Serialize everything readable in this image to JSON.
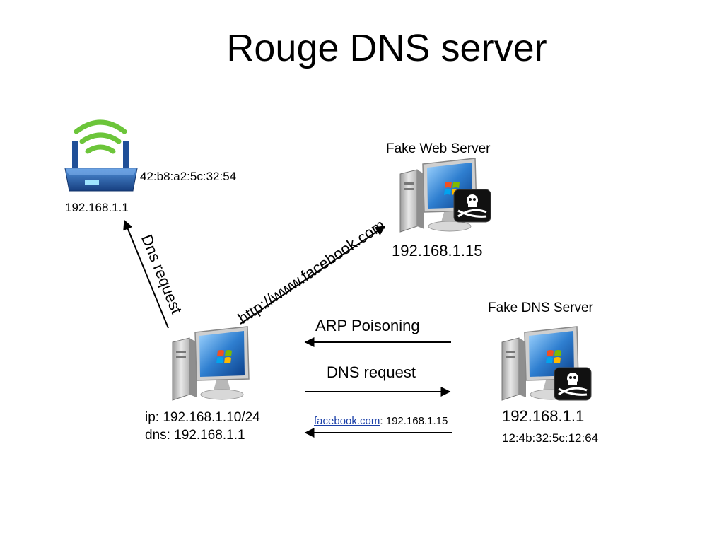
{
  "title": "Rouge DNS server",
  "router": {
    "mac": "42:b8:a2:5c:32:54",
    "ip": "192.168.1.1"
  },
  "web_server": {
    "name": "Fake Web Server",
    "ip": "192.168.1.15"
  },
  "dns_server": {
    "name": "Fake DNS Server",
    "ip": "192.168.1.1",
    "mac": "12:4b:32:5c:12:64"
  },
  "victim": {
    "ip_line": "ip: 192.168.1.10/24",
    "dns_line": "dns: 192.168.1.1"
  },
  "arrows": {
    "dns_request_rotated": "Dns request",
    "http_url": "http://www.facebook.com",
    "arp": "ARP Poisoning",
    "dns_request": "DNS request",
    "reply_link": "facebook.com",
    "reply_rest": ": 192.168.1.15"
  },
  "colors": {
    "router_body": "#1f5fb0",
    "signal": "#6cc53a",
    "screen": "#2f7fd0",
    "pirate_flag": "#111111"
  },
  "icons": [
    "router-icon",
    "wifi-signal-icon",
    "computer-icon",
    "pirate-flag-icon",
    "arrow-icon"
  ]
}
